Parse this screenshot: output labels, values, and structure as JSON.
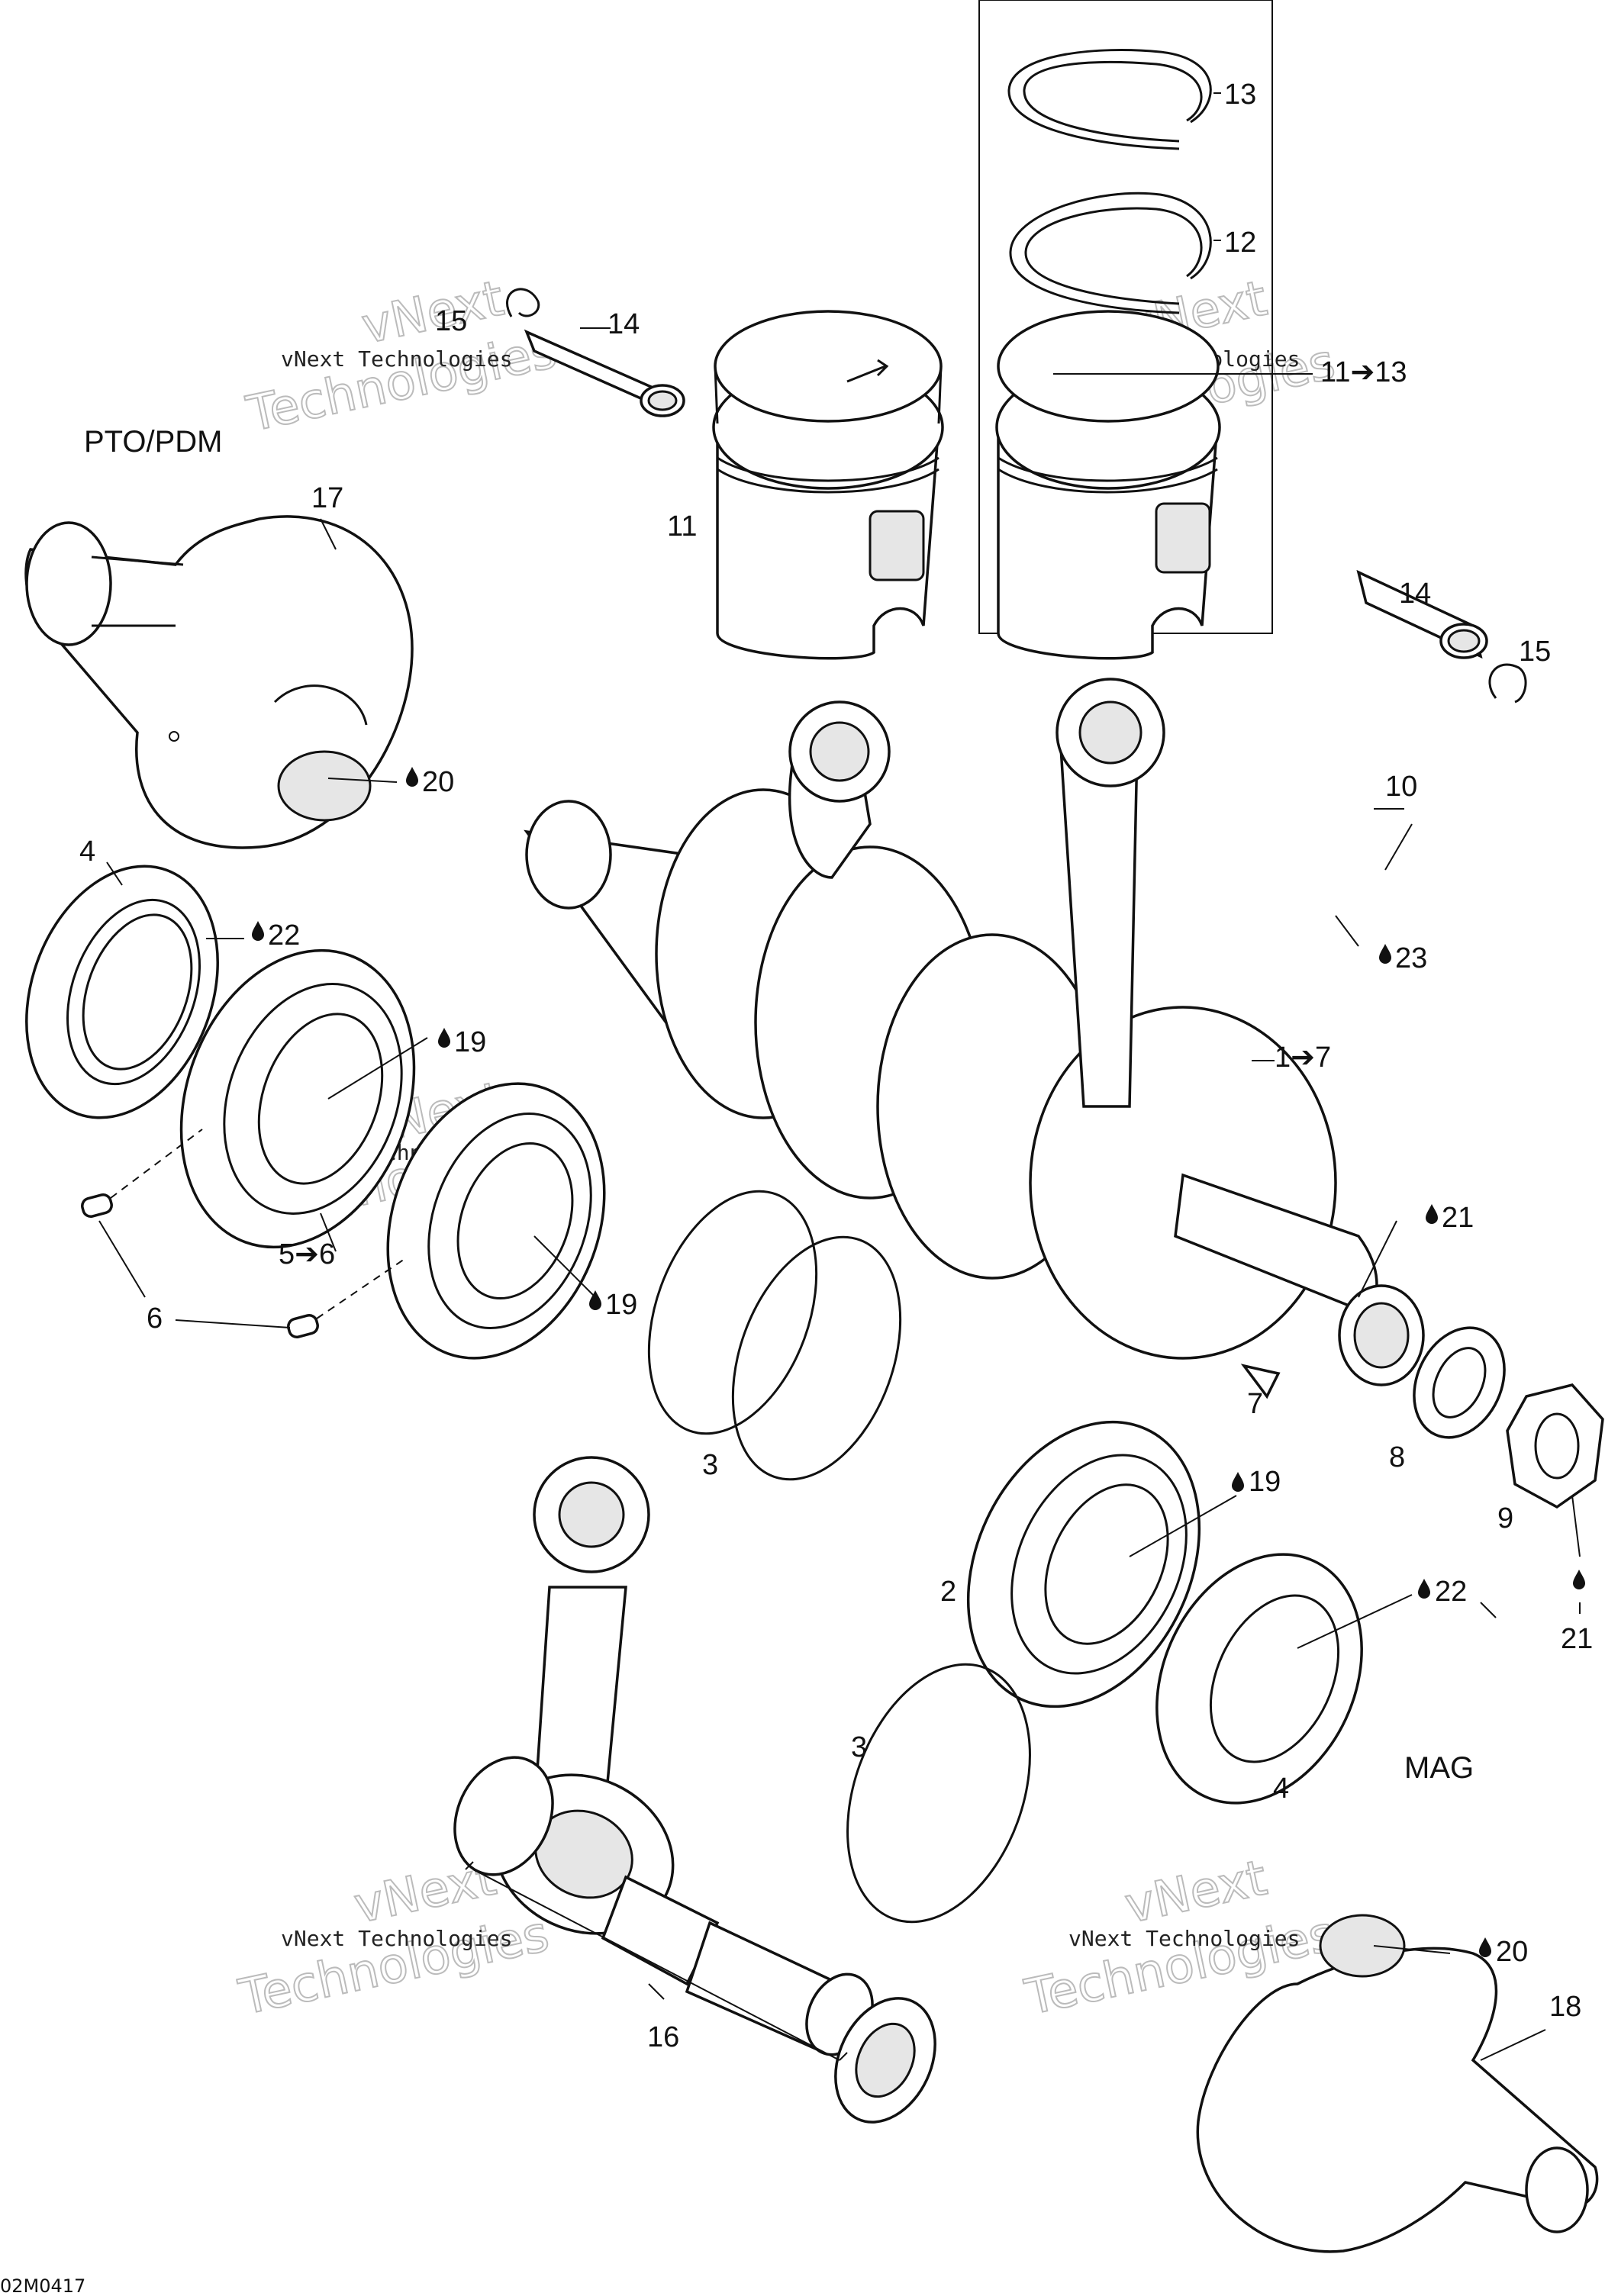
{
  "diagram": {
    "section_labels": {
      "pto": "PTO/PDM",
      "mag": "MAG"
    },
    "footer_code": "02M0417",
    "watermark": {
      "line1": "vNext Technologies",
      "line2": "vNext",
      "line3": "Technologies"
    },
    "callouts": {
      "c13": "13",
      "c12": "12",
      "c11to13": "11➔13",
      "c15a": "15",
      "c14a": "14",
      "c11": "11",
      "c17": "17",
      "c14b": "14",
      "c15b": "15",
      "c20a": "20",
      "c10": "10",
      "c4a": "4",
      "c22a": "22",
      "c19a": "19",
      "c23": "23",
      "c1to7": "1➔7",
      "c5to6": "5➔6",
      "c19b": "19",
      "c21a": "21",
      "c6": "6",
      "c7": "7",
      "c3a": "3",
      "c8": "8",
      "c9": "9",
      "c19c": "19",
      "c2": "2",
      "c22b": "22",
      "c21b": "21",
      "c3b": "3",
      "c4b": "4",
      "c20b": "20",
      "c18": "18",
      "c16": "16"
    },
    "lubricant_icon": "oil-drop-icon"
  }
}
